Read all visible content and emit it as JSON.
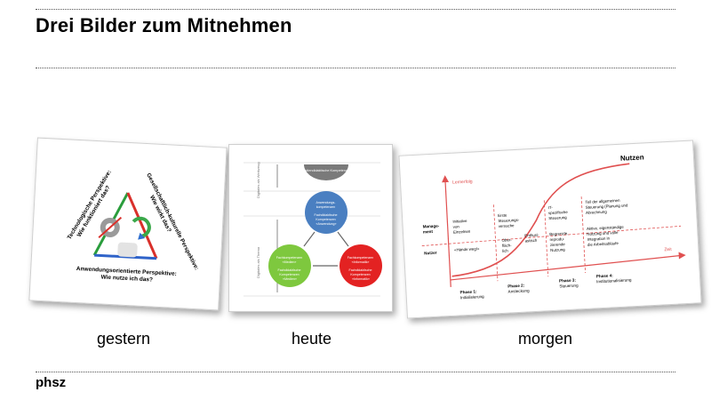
{
  "title": "Drei Bilder zum Mitnehmen",
  "captions": [
    "gestern",
    "heute",
    "morgen"
  ],
  "footer": "phsz",
  "img1": {
    "left": [
      "Technologische Perspektive:",
      "Wie funktioniert das?"
    ],
    "right": [
      "Gesellschaftlich-kulturelle Perspektive:",
      "Wie wirkt das?"
    ],
    "bottom": [
      "Anwendungsorientierte Perspektive:",
      "Wie nutze ich das?"
    ]
  },
  "img2": {
    "side_top": "Digitales als Werkzeug",
    "side_bottom": "Digitales als Thema",
    "top": "Mediendidaktische Kompetenzen",
    "mid": [
      "Anwendungs-",
      "kompetenzen",
      "Fachdidaktische",
      "Kompetenzen",
      "«Anwendung»"
    ],
    "left": [
      "Fachkompetenzen",
      "«Medien»",
      "Fachdidaktische",
      "Kompetenzen",
      "«Medien»"
    ],
    "right": [
      "Fachkompetenzen",
      "«Informatik»",
      "Fachdidaktische",
      "Kompetenzen",
      "«Informatik»"
    ]
  },
  "img3": {
    "nutzen": "Nutzen",
    "lernerfolg": "Lernerfolg",
    "zeit": "Zeit",
    "management": [
      "Manage-",
      "ment"
    ],
    "nutzer": "Nutzer",
    "col1": [
      "Initiative",
      "von",
      "Einzelnen"
    ],
    "col1b": "«Hände weg!»",
    "col2": [
      "Erste",
      "Steuerungs-",
      "versuche"
    ],
    "col2b": [
      "Ober-",
      "fläch-",
      "lich"
    ],
    "col2c": [
      "Enthusi-",
      "astisch"
    ],
    "col3": [
      "IT-",
      "spezifische",
      "Steuerung"
    ],
    "col3b": [
      "Begrenzte,",
      "reprodu-",
      "zierende",
      "Nutzung"
    ],
    "col4": [
      "Teil der allgemeinen",
      "Steuerung (Planung und",
      "Abrechnung"
    ],
    "col4b": [
      "Aktive, eigenständige",
      "Nutzung und volle",
      "Integration in",
      "die Arbeitsabläufe"
    ],
    "phases": [
      [
        "Phase 1:",
        "Initialisierung"
      ],
      [
        "Phase 2:",
        "Ansteckung"
      ],
      [
        "Phase 3:",
        "Steuerung"
      ],
      [
        "Phase 4:",
        "Institutionalisierung"
      ]
    ]
  }
}
